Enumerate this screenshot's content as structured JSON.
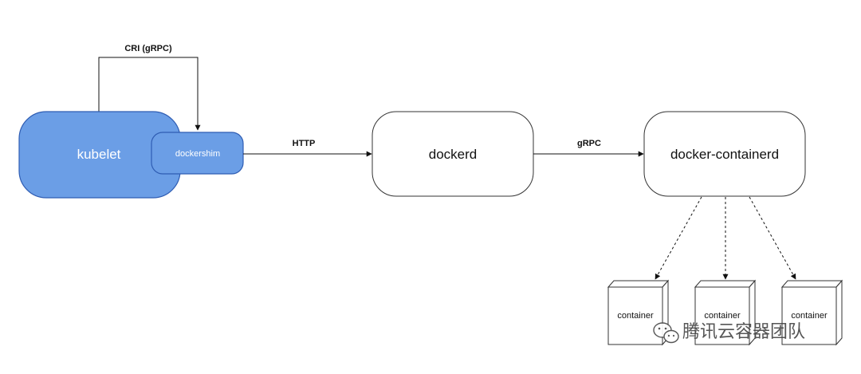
{
  "nodes": {
    "kubelet": "kubelet",
    "dockershim": "dockershim",
    "dockerd": "dockerd",
    "containerd": "docker-containerd",
    "containers": [
      "container",
      "container",
      "container"
    ]
  },
  "edges": {
    "cri": "CRI (gRPC)",
    "http": "HTTP",
    "grpc": "gRPC"
  },
  "watermark": "腾讯云容器团队",
  "colors": {
    "kubelet_fill": "#6b9ee6",
    "kubelet_stroke": "#2f5db3",
    "node_stroke": "#333333"
  },
  "icons": {
    "watermark_logo": "wechat-icon"
  }
}
